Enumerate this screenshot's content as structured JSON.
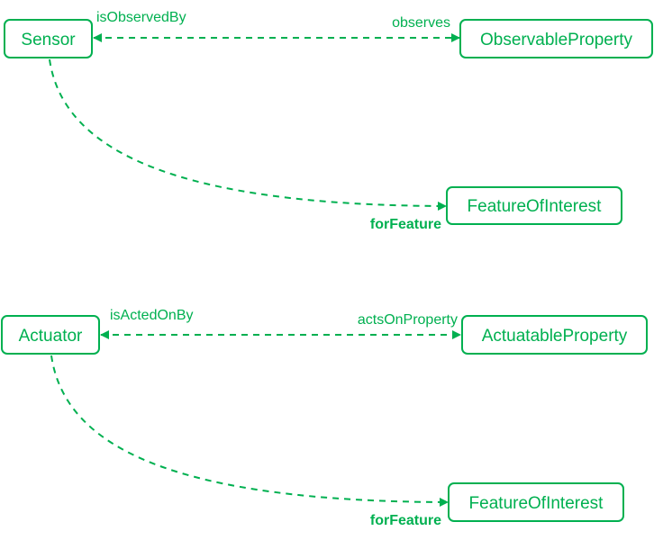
{
  "accent_color": "#00b050",
  "diagram1": {
    "nodes": {
      "sensor": "Sensor",
      "observable_property": "ObservableProperty",
      "feature_of_interest": "FeatureOfInterest"
    },
    "edges": {
      "is_observed_by": "isObservedBy",
      "observes": "observes",
      "for_feature": "forFeature"
    }
  },
  "diagram2": {
    "nodes": {
      "actuator": "Actuator",
      "actuatable_property": "ActuatableProperty",
      "feature_of_interest": "FeatureOfInterest"
    },
    "edges": {
      "is_acted_on_by": "isActedOnBy",
      "acts_on_property": "actsOnProperty",
      "for_feature": "forFeature"
    }
  }
}
